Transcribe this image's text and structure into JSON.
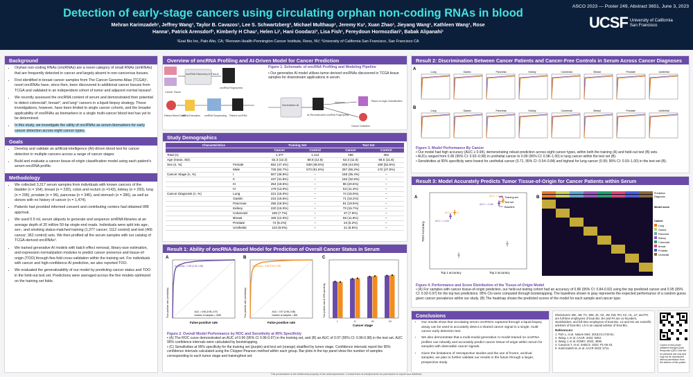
{
  "header": {
    "title": "Detection of early-stage cancers using circulating orphan non-coding RNAs in blood",
    "meta": "ASCO 2023 — Poster 249, Abstract 3651, June 3, 2023",
    "authors": "Mehran Karimzadeh¹, Jeffrey Wang¹, Taylor B. Cavazos¹, Lee S. Schwartzberg², Michael Multhaup¹, Jeremy Ku¹, Xuan Zhao¹, Jieyang Wang¹, Kathleen Wang¹, Rose Hanna¹, Patrick Arensdorf¹, Kimberly H Chau¹, Helen Li¹, Hani Goodarzi³, Lisa Fish¹, Fereydoun Hormozdiari¹, Babak Alipanahi¹",
    "affil": "¹Exai Bio Inc, Palo Alto, CA; ²Renown Health-Pennington Cancer Institute, Reno, NV; ³University of California San Francisco, San Francisco CA",
    "logo_main": "UCSF",
    "logo_text": "University of California San Francisco"
  },
  "background": {
    "title": "Background",
    "items": [
      "Orphan non-coding RNAs (oncRNAs) are a novel category of small RNAs (smRNAs) that are frequently detected in cancer and largely absent in non-cancerous tissues.",
      "First identified in breast cancer samples from The Cancer Genome Atlas (TCGA)¹, novel oncRNAs have, since then, been discovered in additional cancer tissues from TCGA and validated in an independent cohort of tumor and adjacent normal tissues².",
      "We recently assessed the oncRNA content of serum and demonstrated their potential to detect colorectal³, breast⁴, and lung⁵ cancers in a liquid biopsy strategy. These investigations, however, have been limited to single cancer cohorts, and the broader applicability of oncRNAs as biomarkers in a single multi-cancer blood test has yet to be determined."
    ],
    "highlight": "In this study, we investigate the utility of oncRNAs as serum biomarkers for early cancer detection across eight cancer types."
  },
  "goals": {
    "title": "Goals",
    "items": [
      "Develop and validate an artificial-intelligence (AI)-driven blood test for cancer detection in multiple cancers across a range of cancer stages",
      "Build and evaluate a cancer tissue-of-origin classification model using each patient's serum-oncRNA profile."
    ]
  },
  "methodology": {
    "title": "Methodology",
    "items": [
      "We collected 3,317 serum samples from individuals with known cancers of the bladder (n = 164), breast (n = 220), colon and rectum (n =143), kidney (n = 293), lung (n = 295), prostate (n = 96), pancreas (n = 346), and stomach (n = 286), as well as donors with no history of cancer (n = 1,474).",
      "Patients had provided informed consent and contributing centers had obtained IRB approval.",
      "We used 0.5 mL serum aliquots to generate and sequence smRNA libraries at an average depth of 20 million 50-bp single-end reads. Individuals were split into age-, sex-, and smoking status-matched training (1,377 cancer; 1112 control) and test (466 cancer; 362 control) sets. We then profiled all the serum samples with our catalog of TCGA-derived oncRNAs².",
      "We trained generative AI models with batch effect removal, library-size estimation, and expression normalization modules to predict cancer presence and tissue-of-origin (TOO) through five-fold cross-validation within the training set. For individuals with cancer and high-confidence AI prediction, we also reported TOO.",
      "We evaluated the generalizability of our model by predicting cancer status and TOO in the held-out test set. Predictions were averaged across the five models optimized on the training set folds."
    ]
  },
  "overview": {
    "title": "Overview of oncRNA Profiling and AI-Driven Model for Cancer Prediction",
    "fig_title": "Figure 1. Schematic of oncRNA Profiling and Modeling Pipeline",
    "fig_items": [
      "Our generative AI model utilizes tumor-derived oncRNAs discovered in TCGA tissue samples for downstream applications in serum."
    ],
    "labels": [
      "Cancer Tissue",
      "Normal Tissue",
      "oncRNA Discovery in Tissue",
      "oncRNA Fingerprints",
      "Patient Blood Draw",
      "cfRNA Extraction",
      "smRNA Sequencing",
      "Patient oncRNA",
      "Generative AI",
      "AI-Reconstructed oncRNA Fingerprints",
      "Inference",
      "Tissue-of-origin Classification",
      "Cancer Detection"
    ]
  },
  "demographics": {
    "title": "Study Demographics",
    "headers": [
      "Characteristics",
      "Training Set",
      "",
      "Test Set",
      ""
    ],
    "sub": [
      "",
      "Cancer",
      "Control",
      "Cancer",
      "Control"
    ],
    "rows": [
      [
        "Total (n)",
        "",
        "1,377",
        "1,112",
        "466",
        "362"
      ],
      [
        "Age (mean, SD)",
        "",
        "62.3 (12.2)",
        "58.6 (12.6)",
        "62.3 (11.6)",
        "58.5 (11.8)"
      ],
      [
        "Sex (n, %)",
        "Female",
        "652 (47.4%)",
        "539 (48.5%)",
        "209 (44.8%)",
        "190 (52.5%)"
      ],
      [
        "",
        "Male",
        "725 (52.7%)",
        "573 (51.5%)",
        "257 (55.2%)",
        "172 (47.5%)"
      ],
      [
        "Cancer Stage (n, %)",
        "I",
        "507 (36.8%)",
        "–",
        "165 (35.4%)",
        "–"
      ],
      [
        "",
        "II",
        "437 (31.8%)",
        "–",
        "152 (32.6%)",
        "–"
      ],
      [
        "",
        "III",
        "254 (18.5%)",
        "–",
        "96 (20.6%)",
        "–"
      ],
      [
        "",
        "IV",
        "179 (13.0%)",
        "–",
        "53 (11.4%)",
        "–"
      ],
      [
        "Cancer Diagnosis (n, %)",
        "Lung",
        "221 (16.0%)",
        "–",
        "74 (15.9%)",
        "–"
      ],
      [
        "",
        "Gastric",
        "215 (15.6%)",
        "–",
        "71 (15.2%)",
        "–"
      ],
      [
        "",
        "Pancreas",
        "255 (18.5%)",
        "–",
        "91 (19.5%)",
        "–"
      ],
      [
        "",
        "Kidney",
        "220 (16.0%)",
        "–",
        "73 (15.7%)",
        "–"
      ],
      [
        "",
        "Colorectal",
        "108 (7.7%)",
        "–",
        "37 (7.9%)",
        "–"
      ],
      [
        "",
        "Breast",
        "165 (12.0%)",
        "–",
        "55 (11.8%)",
        "–"
      ],
      [
        "",
        "Prostate",
        "72 (5.2%)",
        "–",
        "24 (5.2%)",
        "–"
      ],
      [
        "",
        "Urothelial",
        "123 (8.9%)",
        "–",
        "41 (8.8%)",
        "–"
      ]
    ]
  },
  "result1": {
    "title": "Result 1: Ability of oncRNA-Based Model for Prediction of Overall Cancer Status in Serum",
    "fig_title": "Figure 2. Overall Model Performance by ROC and Sensitivity at 95% Specificity",
    "items": [
      "(A) The ROC curve demonstrated an AUC of 0.96 (95% CI 0.96-0.97) in the training set, and (B) an AUC of 0.97 (95% CI: 0.96-0.98) in the test set. AUC 95% confidence intervals were calculated by bootstrapping.",
      "(C) Sensitivities at 95% specificity for the training set (purple) and test set (orange) stratified by tumor stage. Confidence intervals report the 95% confidence intervals calculated using the Clopper-Pearson method within each group. Bar plots in the top panel show the number of samples corresponding to each tumor stage and training/test set."
    ],
    "panelA": "A",
    "panelB": "B",
    "panelC": "C",
    "xlabel": "False positive rate",
    "ylabel": "True positive rate (sensitivity)",
    "ylabelC": "True positive rate at 95% specificity",
    "xlabelC": "Cancer stage",
    "aucA": "AUC = 0.96 (0.96–0.97)",
    "aucB": "AUC = 0.97 (0.96–0.98)",
    "sensA": "Sensitivity = 0.86 (0.84–0.88)",
    "sensB": "Sensitivity = 0.86 (0.83–0.89)",
    "legendA": "Number of samples = 2489",
    "legendB": "Number of samples = 828",
    "stages": [
      "I",
      "II",
      "III",
      "IV"
    ]
  },
  "result2": {
    "title": "Result 2: Discrimination Between Cancer Patients and Cancer-Free Controls in Serum Across Cancer Diagnoses",
    "cancers": [
      "Lung",
      "Gastric",
      "Pancreas",
      "Kidney",
      "Colorectal",
      "Breast",
      "Prostate",
      "Urothelial"
    ],
    "fig_title": "Figure 3. Model Performance By Cancer",
    "items": [
      "Our model had high accuracy (AUC ≥ 0.94), demonstrating robust prediction across eight cancer types, within both the training (A) and held-out test (B) sets.",
      "AUCs ranged from 0.96 (95% CI: 0.92–0.98) in urothelial cancer to 0.99 (95% CI: 0.98–1.00) in lung cancer within the test set (B).",
      "Sensitivities at 95% specificity were lowest for urothelial cancer (0.71, 95% CI: 0.54–0.84) and highest for lung cancer (0.99; 95% CI: 0.93–1.00) in the test set (B)."
    ],
    "xlabel": "False positive rate",
    "ylabel": "True positive rate"
  },
  "result3": {
    "title": "Result 3: Model Accurately Predicts Tumor Tissue-of-Origin for Cancer Patients within Serum",
    "legend": [
      "Training set",
      "Test set",
      "Baseline"
    ],
    "accA": "ACC = 0.69",
    "accB": "ACC = 0.74",
    "accC": "ACC = 0.86",
    "accD": "ACC = 0.90",
    "ylabel": "TOO Accuracy",
    "xticks": [
      "Top 1 accuracy",
      "Top 2 accuracy"
    ],
    "heat_labels": [
      "Prediction",
      "Diagnosis"
    ],
    "heat_legend_title": "Model score",
    "heat_cancer_title": "Cancer",
    "fig_title": "Figure 4. Performance and Score Distribution of the Tissue-of-Origin Model",
    "items": [
      "(A) For samples with cancer tissue-of-origin prediction, our held-out testing cohort had an accuracy of 0.86 (95% CI: 0.84-0.92) using the top predicted cancer and 0.95 (95% CI: 0.92-0.97) for the top two predictions. 95% CIs were computed through bootstrapping. The baselines shown in gray represents the expected performance of a random guess given cancer prevalence within our study. (B) The heatmap shows the predicted scores of the model for each sample and cancer type."
    ]
  },
  "conclusions": {
    "title": "Conclusions",
    "items": [
      "Our results show that circulating serum oncRNAs captured through a liquid biopsy assay can be used to accurately detect a shared cancer signal in a single, multi-cancer early detection test.",
      "We also demonstrate that a multi-modal generative AI model trained on oncRNA profiles can robustly and accurately predict cancer tissue-of-origin within serum for samples with detectable cancer signals.",
      "Given the limitations of retrospective studies and the use of frozen, archival samples, we plan to further validate our results in the future through a larger, prospective study."
    ]
  },
  "refs": {
    "disclosures": "Disclosures: MK, JW, TC, MM, JK, XZ, JW, KW, RH, KC, HL, LF, and FH are full-time employees of Exai Bio. BA and PA are co-founders, stockholders, and full-time employees of Exai Bio. LS and HG are scientific advisors of Exai Bio. LS is an unpaid advisor of Exai Bio.",
    "title": "References:",
    "items": [
      "1. Fish L, et al. Nature Med. 2018;24:1743-51.",
      "2. Wang J, et al. AACR. 2022; 5353.",
      "3. Wang J, et al. ESMO. 2022; 4836.",
      "4. Cavazos T, et al. SABCS. 2022; P1-05-18.",
      "5. Karimzadeh M, et al. AACR 2023; 5711."
    ],
    "qr_note": "Copies of this poster obtained through Quick Response (QR) Code are for personal use only and may not be reproduced without permission from the authors of this poster.",
    "footer": "This presentation is the intellectual property of the author/presenter. Contact them at info@exai.bio for permission to reprint and distribute."
  },
  "chart_data": [
    {
      "type": "line",
      "title": "",
      "xlabel": "False positive rate",
      "ylabel": "True positive rate (sensitivity)",
      "xlim": [
        0,
        1
      ],
      "ylim": [
        0,
        1
      ],
      "series": [
        {
          "name": "",
          "x": [
            0,
            0.01,
            0.03,
            0.05,
            0.1,
            0.2,
            0.4,
            0.7,
            1
          ],
          "y": [
            0,
            0.55,
            0.78,
            0.86,
            0.91,
            0.95,
            0.98,
            0.99,
            1
          ]
        }
      ]
    },
    {
      "type": "line",
      "title": "",
      "xlabel": "False positive rate",
      "ylabel": "True positive rate (sensitivity)",
      "xlim": [
        0,
        1
      ],
      "ylim": [
        0,
        1
      ],
      "series": [
        {
          "name": "",
          "x": [
            0,
            0.01,
            0.03,
            0.05,
            0.1,
            0.2,
            0.4,
            0.7,
            1
          ],
          "y": [
            0,
            0.6,
            0.8,
            0.86,
            0.92,
            0.96,
            0.98,
            0.995,
            1
          ]
        }
      ]
    },
    {
      "type": "bar",
      "title": "",
      "xlabel": "Cancer stage",
      "ylabel": "True positive rate at 95% specificity",
      "categories": [
        "I",
        "II",
        "III",
        "IV"
      ],
      "series": [
        {
          "name": "",
          "values": [
            0.8,
            0.86,
            0.91,
            0.93
          ]
        },
        {
          "name": "",
          "values": [
            0.79,
            0.87,
            0.92,
            0.94
          ]
        }
      ],
      "ylim": [
        0,
        1
      ]
    },
    {
      "type": "scatter",
      "title": "",
      "ylabel": "TOO Accuracy",
      "categories": [
        "Top 1 accuracy",
        "Top 2 accuracy"
      ],
      "series": [
        {
          "name": "Training set",
          "values": [
            0.69,
            0.86
          ]
        },
        {
          "name": "Test set",
          "values": [
            0.74,
            0.9
          ]
        },
        {
          "name": "Baseline",
          "values": [
            0.18,
            0.33
          ]
        }
      ],
      "ylim": [
        0,
        1
      ]
    }
  ],
  "colors": {
    "navy": "#0c1f3a",
    "purple": "#6a4ca8",
    "orange": "#f28c1e",
    "teal": "#3fe3e0"
  }
}
